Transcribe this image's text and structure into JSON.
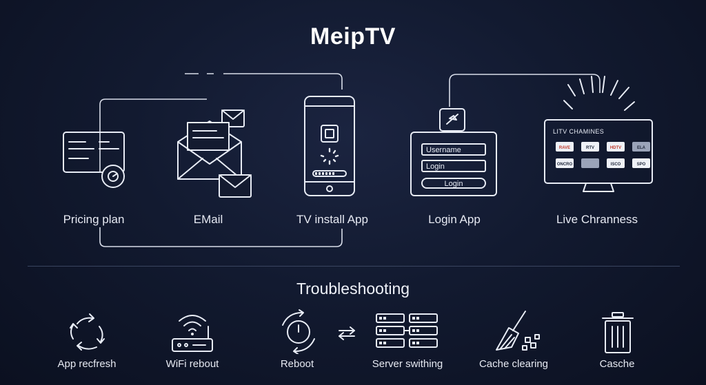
{
  "title": "MeipTV",
  "steps": [
    {
      "label": "Pricing plan",
      "icon": "credit-card-icon"
    },
    {
      "label": "EMail",
      "icon": "envelope-icon"
    },
    {
      "label": "TV install App",
      "icon": "phone-icon"
    },
    {
      "label": "Login App",
      "icon": "login-form-icon"
    },
    {
      "label": "Live Chranness",
      "icon": "tv-icon"
    }
  ],
  "login_form": {
    "username": "Username",
    "password": "Login",
    "button": "Login"
  },
  "tv": {
    "heading": "LITV CHAMINES",
    "channels": [
      "RAVE",
      "RTV",
      "HDTV",
      "ELA",
      "ONCRO",
      "",
      "ISCO",
      "SPO"
    ]
  },
  "troubleshooting": {
    "title": "Troubleshooting",
    "items": [
      {
        "label": "App recfresh",
        "icon": "refresh-icon"
      },
      {
        "label": "WiFi rebout",
        "icon": "wifi-router-icon"
      },
      {
        "label": "Reboot",
        "icon": "power-icon"
      },
      {
        "label": "Server swithing",
        "icon": "server-switch-icon"
      },
      {
        "label": "Cache clearing",
        "icon": "broom-icon"
      },
      {
        "label": "Casche",
        "icon": "trash-icon"
      }
    ]
  }
}
